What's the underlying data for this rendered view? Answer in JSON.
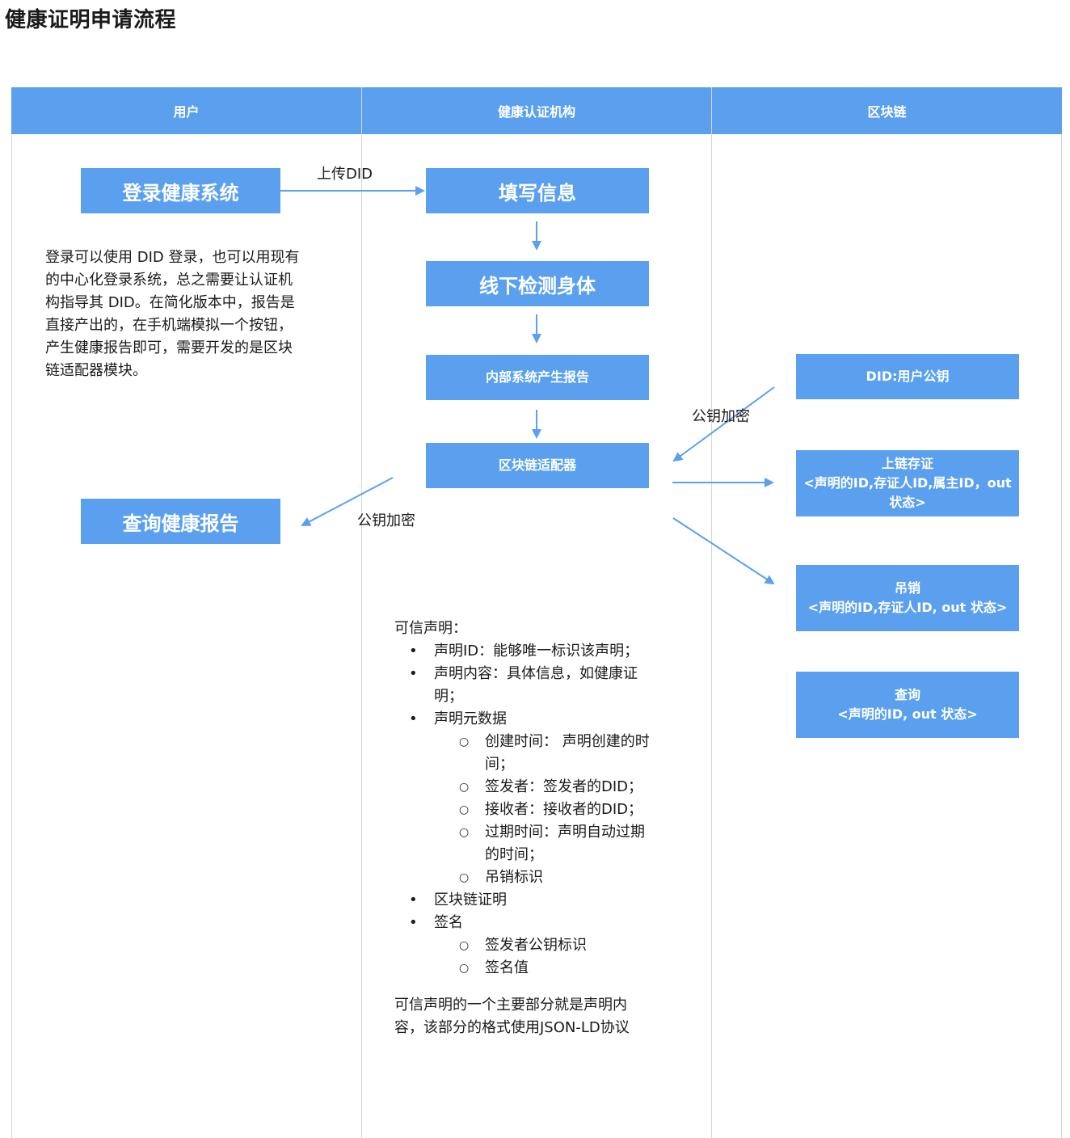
{
  "page": {
    "title": "健康证明申请流程"
  },
  "lanes": [
    "用户",
    "健康认证机构",
    "区块链"
  ],
  "nodes": {
    "login": "登录健康系统",
    "fill_info": "填写信息",
    "offline_check": "线下检测身体",
    "internal_report": "内部系统产生报告",
    "adapter": "区块链适配器",
    "query_report": "查询健康报告",
    "did_pubkey": "DID:用户公钥",
    "onchain": [
      "上链存证",
      "<声明的ID,存证人ID,属主ID，out",
      "状态>"
    ],
    "revoke": [
      "吊销",
      "<声明的ID,存证人ID, out 状态>"
    ],
    "query": [
      "查询",
      "<声明的ID, out 状态>"
    ]
  },
  "edge_labels": {
    "upload_did": "上传DID",
    "pubkey_encrypt_right": "公钥加密",
    "pubkey_encrypt_left": "公钥加密"
  },
  "user_note": [
    "登录可以使用 DID 登录，也可以用现有",
    "的中心化登录系统，总之需要让认证机",
    "构指导其 DID。在简化版本中，报告是",
    "直接产出的，在手机端模拟一个按钮，",
    "产生健康报告即可，需要开发的是区块",
    "链适配器模块。"
  ],
  "spec": {
    "heading": "可信声明：",
    "item1": "声明ID：能够唯一标识该声明；",
    "item2_a": "声明内容：具体信息，如健康证",
    "item2_b": "明；",
    "item3": "声明元数据",
    "sub_created_a": "创建时间： 声明创建的时",
    "sub_created_b": "间；",
    "sub_signer": "签发者：签发者的DID；",
    "sub_receiver": "接收者：接收者的DID；",
    "sub_expire_a": "过期时间：声明自动过期",
    "sub_expire_b": "的时间；",
    "sub_revoke": "吊销标识",
    "item4": "区块链证明",
    "item5": "签名",
    "sub_sig_key": "签发者公钥标识",
    "sub_sig_val": "签名值",
    "footer_a": "可信声明的一个主要部分就是声明内",
    "footer_b": "容，该部分的格式使用JSON-LD协议"
  },
  "colors": {
    "lane_header": "#5aa0ef",
    "node": "#5aa0ef",
    "arrow": "#5aa0ef",
    "divider": "#d6d6d6"
  }
}
